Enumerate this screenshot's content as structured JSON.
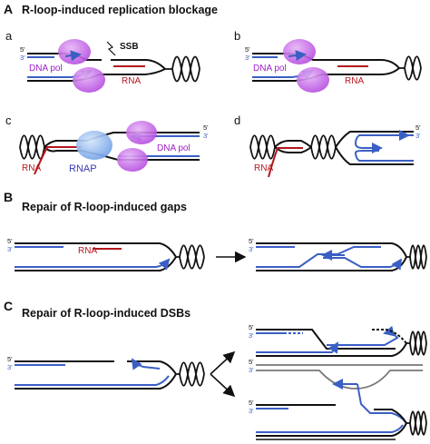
{
  "colors": {
    "strand_black": "#111111",
    "strand_blue": "#3a5fc4",
    "rna_red": "#b3171d",
    "dna_pol_purple": "#b94fe0",
    "rnap_blue": "#7aa8ec",
    "grey_strand": "#777777"
  },
  "section_A": {
    "letter": "A",
    "title": "R-loop-induced replication blockage",
    "panels": {
      "a": {
        "letter": "a",
        "five_prime": "5'",
        "three_prime": "3'",
        "dna_pol": "DNA pol",
        "rna": "RNA",
        "ssb": "SSB"
      },
      "b": {
        "letter": "b",
        "five_prime": "5'",
        "three_prime": "3'",
        "dna_pol": "DNA pol",
        "rna": "RNA"
      },
      "c": {
        "letter": "c",
        "five_prime": "5'",
        "three_prime": "3'",
        "dna_pol": "DNA pol",
        "rna": "RNA",
        "rnap": "RNAP"
      },
      "d": {
        "letter": "d",
        "five_prime": "5'",
        "three_prime": "3'",
        "rna": "RNA"
      }
    }
  },
  "section_B": {
    "letter": "B",
    "title": "Repair of R-loop-induced gaps",
    "five_prime": "5'",
    "three_prime": "3'",
    "rna": "RNA",
    "right_five_prime": "5'",
    "right_three_prime": "3'"
  },
  "section_C": {
    "letter": "C",
    "title": "Repair of R-loop-induced DSBs",
    "left": {
      "five_prime": "5'",
      "three_prime": "3'"
    },
    "right_top": {
      "five_prime": "5'",
      "three_prime": "3'"
    },
    "right_bottom": {
      "five_prime_a": "5'",
      "three_prime_a": "3'",
      "five_prime_b": "5'",
      "three_prime_b": "3'"
    }
  }
}
